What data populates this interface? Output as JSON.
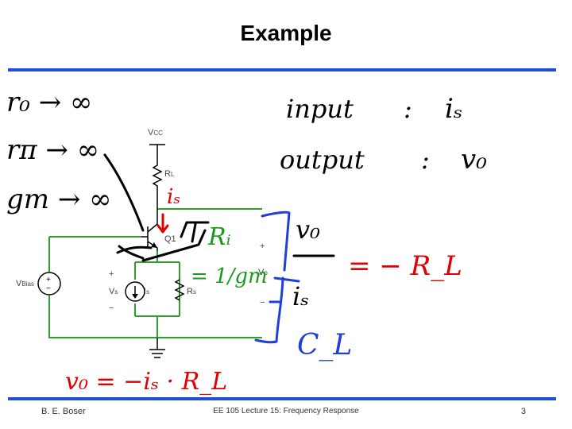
{
  "slide": {
    "title": "Example",
    "footer_left": "B. E. Boser",
    "footer_center": "EE 105 Lecture 15: Frequency Response",
    "page_number": "3"
  },
  "colors": {
    "accent_blue": "#1f4fd6",
    "ink_red": "#e00000",
    "ink_green": "#1a9a1a",
    "ink_blue": "#1f3fd6",
    "wire_green": "#2ea02e"
  },
  "schematic": {
    "vcc_label": "V",
    "vcc_sub": "CC",
    "rl_label": "R",
    "rl_sub": "L",
    "q1_label": "Q1",
    "vbias_label": "V",
    "vbias_sub": "Bias",
    "vs_label": "V",
    "vs_sub": "s",
    "is_label": "I",
    "is_sub": "s",
    "rs_label": "R",
    "rs_sub": "s",
    "vo_label": "V",
    "vo_sub": "o",
    "plus": "+",
    "minus": "−"
  },
  "handwriting": {
    "line_ro": "r₀ → ∞",
    "line_rpi": "rπ → ∞",
    "line_gm": "gm → ∞",
    "input_label": "input",
    "input_value": "iₛ",
    "output_label": "output",
    "output_value": "v₀",
    "colon": ":",
    "is_red": "iₛ",
    "ri_label": "Rᵢ",
    "ri_value": "= 1/gm",
    "vo_num": "v₀",
    "vo_den": "iₛ",
    "gain_rhs": "= − R_L",
    "cl_label": "C_L",
    "vo_formula": "v₀ = −iₛ · R_L"
  }
}
